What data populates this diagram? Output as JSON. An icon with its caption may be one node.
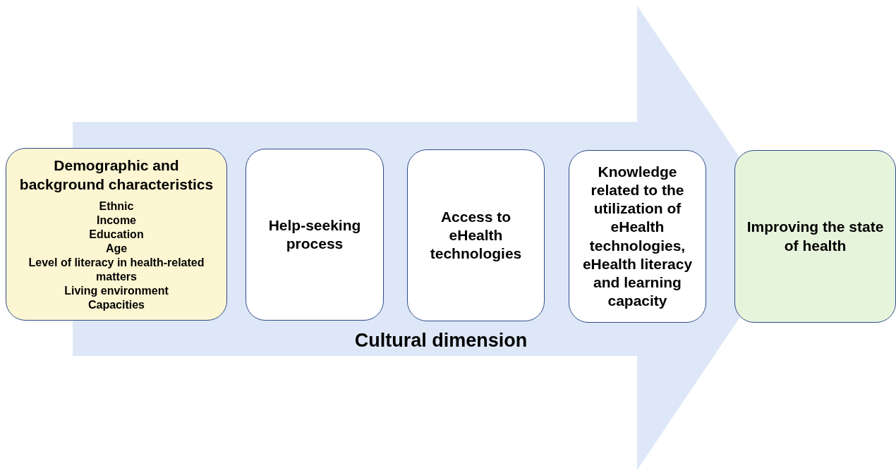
{
  "diagram": {
    "nodes": [
      {
        "text": [
          "Cultural dimension"
        ]
      },
      {
        "text": [
          "Demographic and background characteristics",
          "Ethnic",
          "Income",
          "Education",
          "Age",
          "Level of literacy in health-related matters",
          "Living environment",
          "Capacities"
        ]
      },
      {
        "text": [
          "Help-seeking process"
        ],
        "in": 0
      },
      {
        "text": [
          "Access to eHealth technologies"
        ],
        "in": 0
      },
      {
        "text": [
          "Knowledge related to the utilization of eHealth technologies, eHealth literacy and learning capacity"
        ],
        "in": 0
      },
      {
        "text": [
          "Improving the state of health"
        ]
      }
    ]
  }
}
